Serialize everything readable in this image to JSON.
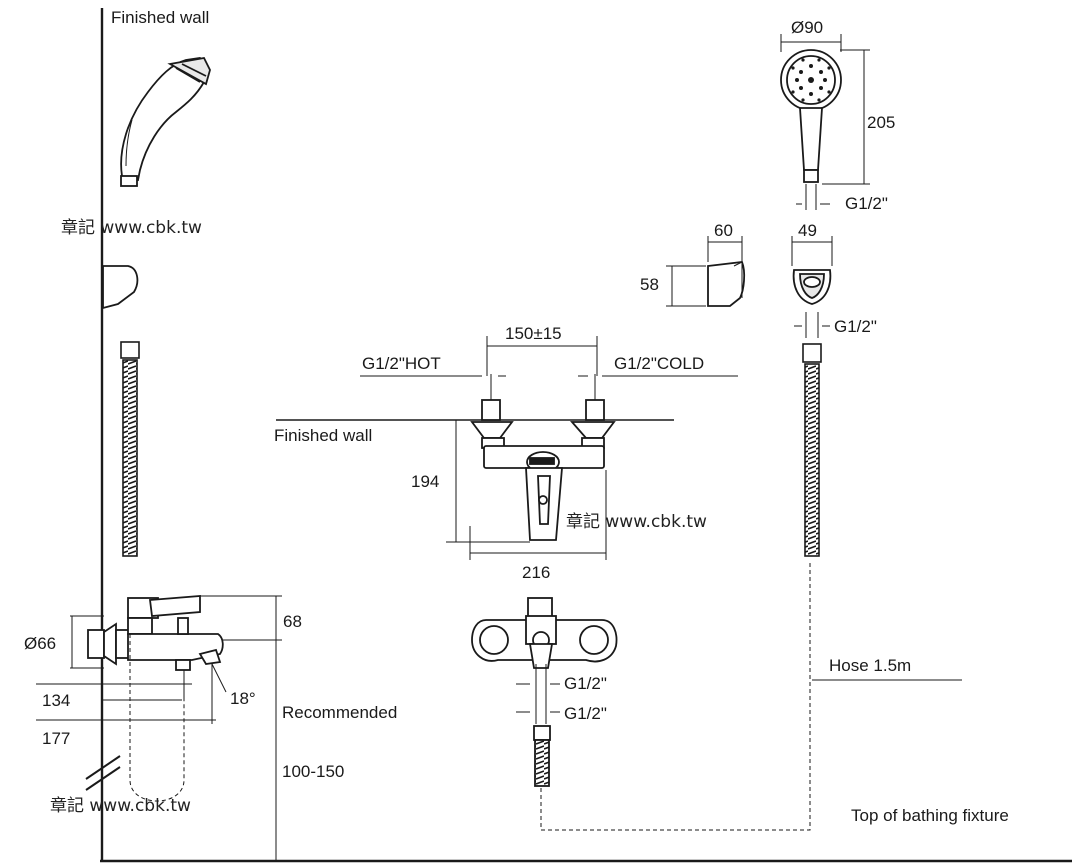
{
  "labels": {
    "finished_wall_top": "Finished wall",
    "finished_wall_mid": "Finished wall",
    "dim_phi90": "Ø90",
    "dim_205": "205",
    "thread_handshower": "G1/2\"",
    "dim_60": "60",
    "dim_49": "49",
    "dim_58": "58",
    "thread_holder": "G1/2\"",
    "dim_150": "150±15",
    "inlet_hot": "G1/2\"HOT",
    "inlet_cold": "G1/2\"COLD",
    "dim_194": "194",
    "dim_216": "216",
    "dim_68": "68",
    "dim_phi66": "Ø66",
    "dim_134": "134",
    "dim_18deg": "18°",
    "recommended": "Recommended",
    "dim_177": "177",
    "dim_100_150": "100-150",
    "outlet_thread_1": "G1/2\"",
    "outlet_thread_2": "G1/2\"",
    "hose": "Hose 1.5m",
    "top_of_fixture": "Top of bathing fixture"
  },
  "watermarks": [
    "章記 www.cbk.tw",
    "章記 www.cbk.tw",
    "章記 www.cbk.tw"
  ],
  "colors": {
    "line": "#1a1a1a",
    "text": "#1a1a1a"
  }
}
